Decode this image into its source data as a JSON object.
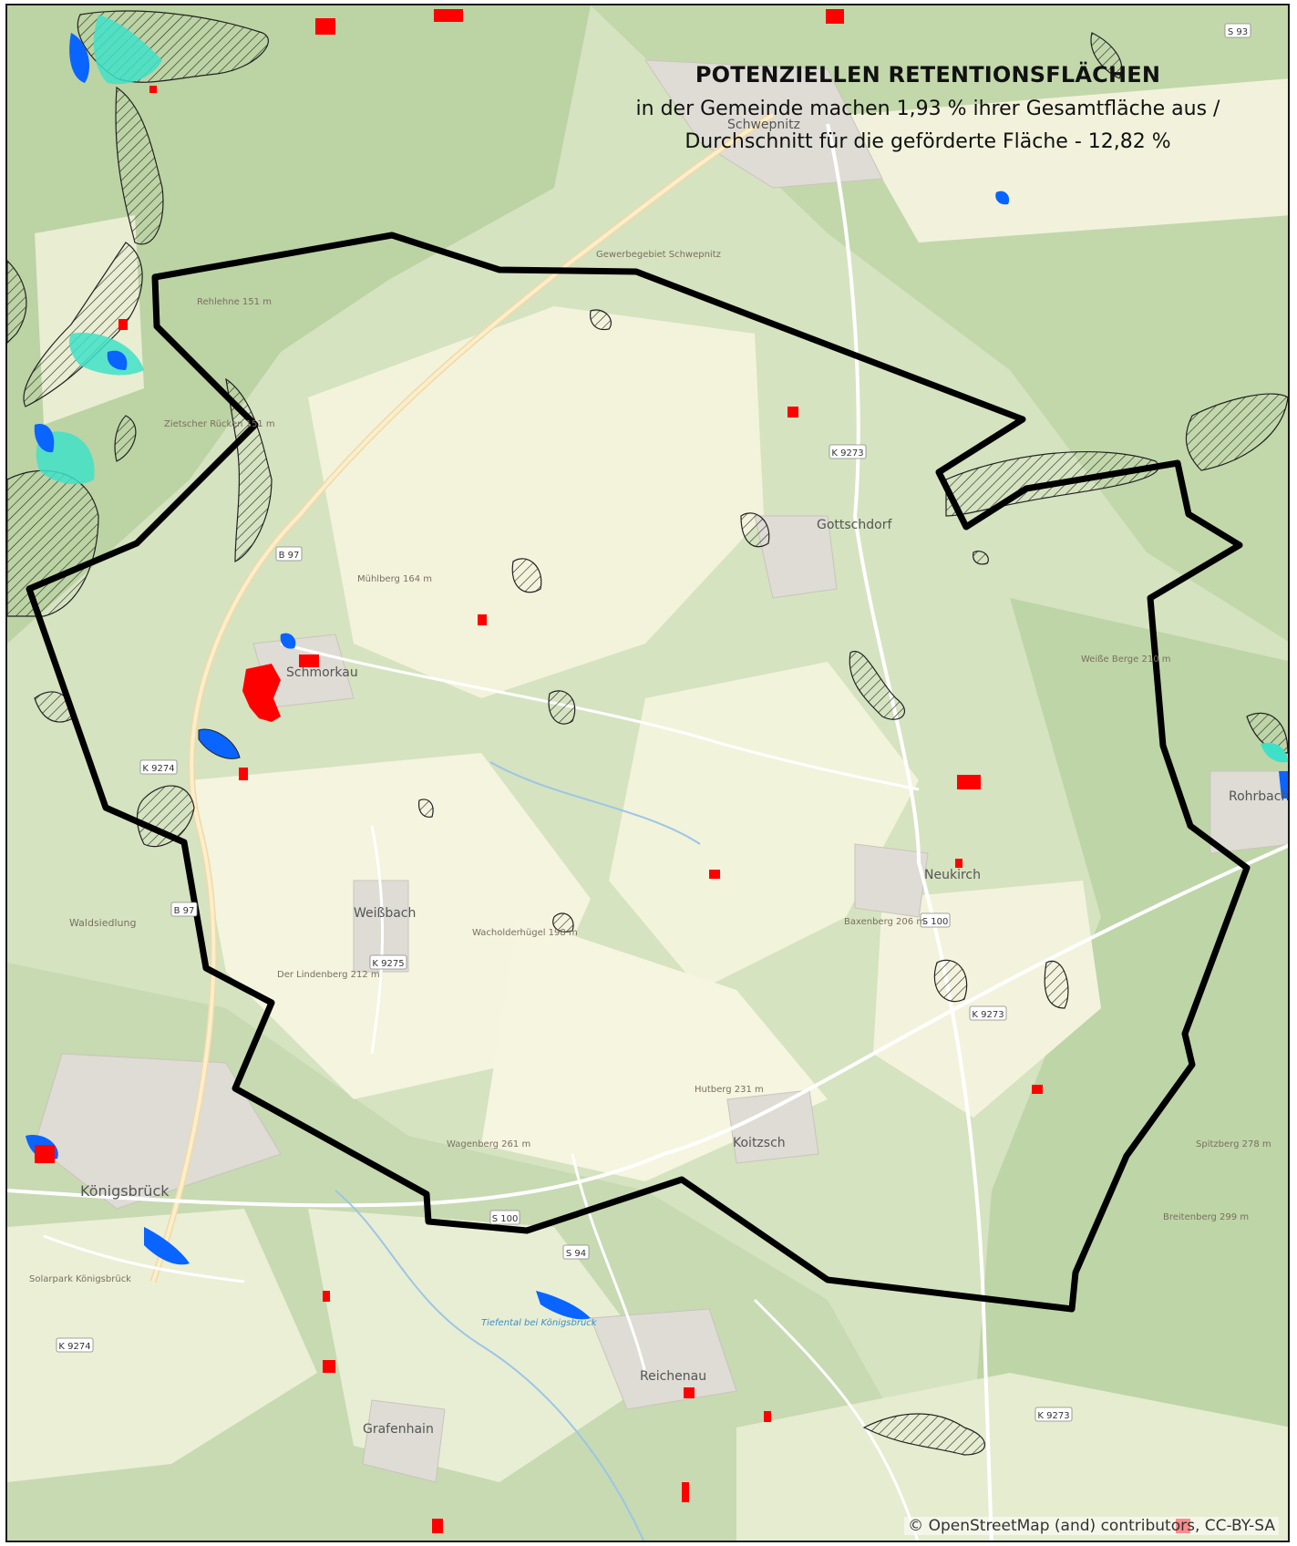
{
  "map": {
    "title": "POTENZIELLEN RETENTIONSFLÄCHEN",
    "subtitle_line1": "in der Gemeinde machen 1,93 % ihrer Gesamtfläche aus /",
    "subtitle_line2": "Durchschnitt für die geförderte Fläche - 12,82 %",
    "attribution": "© OpenStreetMap (and) contributors, CC-BY-SA",
    "colors": {
      "background": "#eef1e0",
      "forest": "#bcd3a4",
      "field": "#f4f4df",
      "boundary": "#000000",
      "retention_red": "#ff0000",
      "water_blue": "#0a64ff",
      "water_cyan": "#3fe0c8"
    },
    "places": {
      "schwepnitz": "Schwepnitz",
      "gottschdorf": "Gottschdorf",
      "schmorkau": "Schmorkau",
      "weissbach": "Weißbach",
      "neukirch": "Neukirch",
      "koitzsch": "Koitzsch",
      "koenigsbrueck": "Königsbrück",
      "reichenau": "Reichenau",
      "grafenhain": "Grafenhain",
      "rohrbach": "Rohrbach",
      "waldsiedlung": "Waldsiedlung",
      "gewerbegebiet": "Gewerbegebiet Schwepnitz",
      "tiefental": "Tiefental bei Königsbrück",
      "solarpark": "Solarpark Königsbrück"
    },
    "hills": {
      "muehlberg": "Mühlberg 164 m",
      "wacholderhuegel": "Wacholderhügel 198 m",
      "lindenberg": "Der Lindenberg 212 m",
      "hutberg": "Hutberg 231 m",
      "wagenberg": "Wagenberg 261 m",
      "baxenberg": "Baxenberg 206 m",
      "weisse_berge": "Weiße Berge 210 m",
      "rehlehne": "Rehlehne 151 m",
      "zietscher": "Zietscher Rücken 151 m",
      "spitzberg": "Spitzberg 278 m",
      "breitenberg": "Breitenberg 299 m"
    },
    "roads": {
      "b97a": "B 97",
      "b97b": "B 97",
      "k9274a": "K 9274",
      "k9274b": "K 9274",
      "k9273a": "K 9273",
      "k9273b": "K 9273",
      "k9273c": "K 9273",
      "k9275": "K 9275",
      "s100a": "S 100",
      "s100b": "S 100",
      "s94": "S 94",
      "s93": "S 93"
    }
  }
}
